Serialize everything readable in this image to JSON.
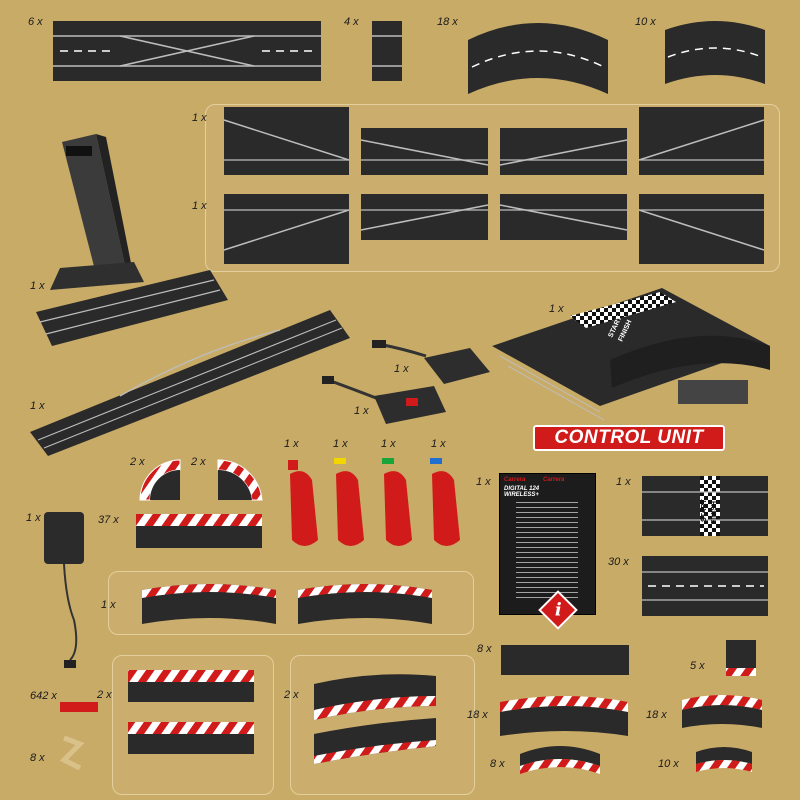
{
  "quantities": {
    "crossover": "6 x",
    "connector": "4 x",
    "curve_outer": "18 x",
    "curve_inner": "10 x",
    "lane_change_a": "1 x",
    "lane_change_b": "1 x",
    "position_tower": "1 x",
    "pit_lane": "1 x",
    "power_adapter": "1 x",
    "wireless_receiver": "1 x",
    "control_unit": "1 x",
    "border_corner_a": "2 x",
    "border_corner_b": "2 x",
    "border_straight": "37 x",
    "controller_red": "1 x",
    "controller_yellow": "1 x",
    "controller_green": "1 x",
    "controller_blue": "1 x",
    "manual": "1 x",
    "start_finish": "1 x",
    "straight_track": "30 x",
    "power_supply": "1 x",
    "border_curve_wide": "1 x",
    "quarter_straight": "8 x",
    "border_end": "5 x",
    "border_clips": "642 x",
    "border_straight_pair": "2 x",
    "border_curve_pair": "2 x",
    "guard_curve_outer": "18 x",
    "guard_curve_inner": "18 x",
    "track_clips": "8 x",
    "small_curve_a": "8 x",
    "small_curve_b": "10 x"
  },
  "labels": {
    "control_unit": "CONTROL UNIT",
    "manual_brand": "Carrera",
    "manual_brand2": "Carrera",
    "manual_digital": "DIGITAL 124",
    "manual_wireless": "WIRELESS+",
    "info_glyph": "i",
    "start_finish_a": "START",
    "start_finish_b": "FINISH"
  },
  "colors": {
    "background": "#c9ab68",
    "track": "#2a2a2a",
    "kerb_red": "#d11a1a",
    "kerb_white": "#ffffff",
    "controller_yellow": "#f2d600",
    "controller_green": "#1aa53a",
    "controller_blue": "#1f6fd1",
    "controller_red": "#d11a1a"
  }
}
